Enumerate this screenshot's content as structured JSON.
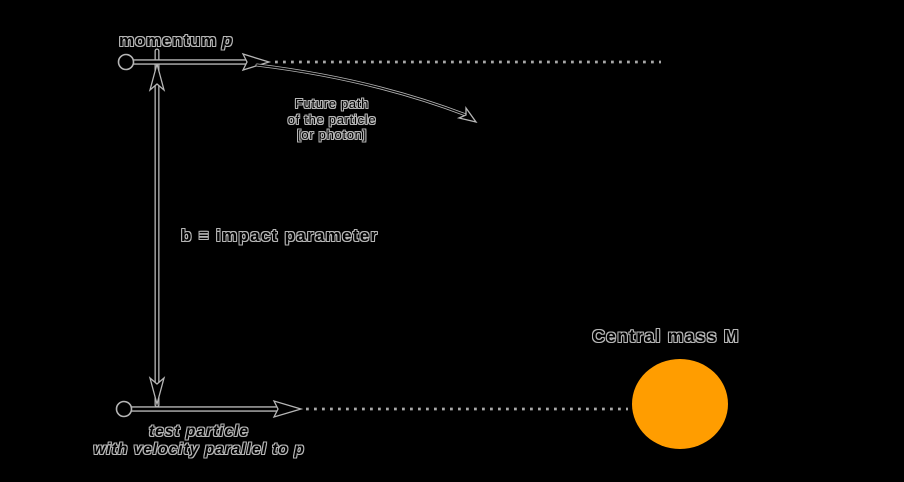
{
  "colors": {
    "background": "#000000",
    "ink": "#000000",
    "halo": "#b6b6b6",
    "dotted_line": "#a8a8a8",
    "central_mass_fill": "#ff9d00"
  },
  "labels": {
    "momentum_text": "momentum",
    "momentum_symbol": "p",
    "future_path_line1": "Future path",
    "future_path_line2": "of the particle",
    "future_path_line3": "[or photon]",
    "impact_parameter": "b ≡ impact parameter",
    "central_mass": "Central mass M",
    "test_particle_line1": "test particle",
    "test_particle_line2": "with velocity parallel to p"
  },
  "diagram_elements": [
    "particle-dot-top",
    "momentum-arrow",
    "future-trajectory-dotted-line",
    "future-path-curve",
    "impact-parameter-double-arrow",
    "particle-dot-bottom",
    "test-particle-arrow",
    "test-trajectory-dotted-line",
    "central-mass-circle"
  ]
}
